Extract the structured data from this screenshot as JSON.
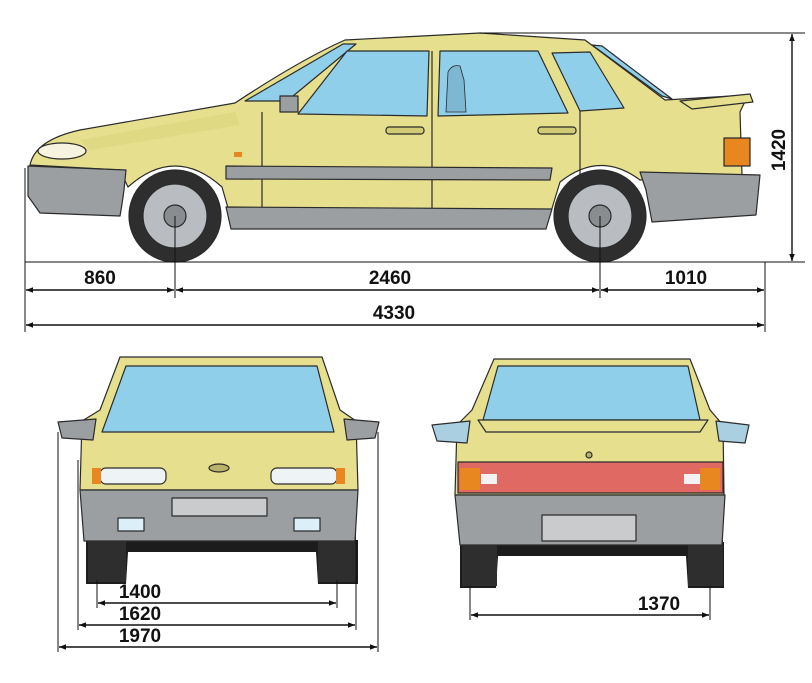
{
  "colors": {
    "body": "#E6E08E",
    "body_shade": "#D9D27A",
    "glass": "#8FCFEA",
    "trim": "#9C9FA2",
    "tire": "#2E2E2E",
    "rim": "#B9BDC1",
    "taillight": "#E06A63",
    "indicator": "#E8861F"
  },
  "side_view": {
    "front_overhang": "860",
    "wheelbase": "2460",
    "rear_overhang": "1010",
    "length": "4330",
    "height": "1420"
  },
  "front_view": {
    "dim_a": "1400",
    "dim_b": "1620",
    "width": "1970"
  },
  "rear_view": {
    "track": "1370"
  }
}
